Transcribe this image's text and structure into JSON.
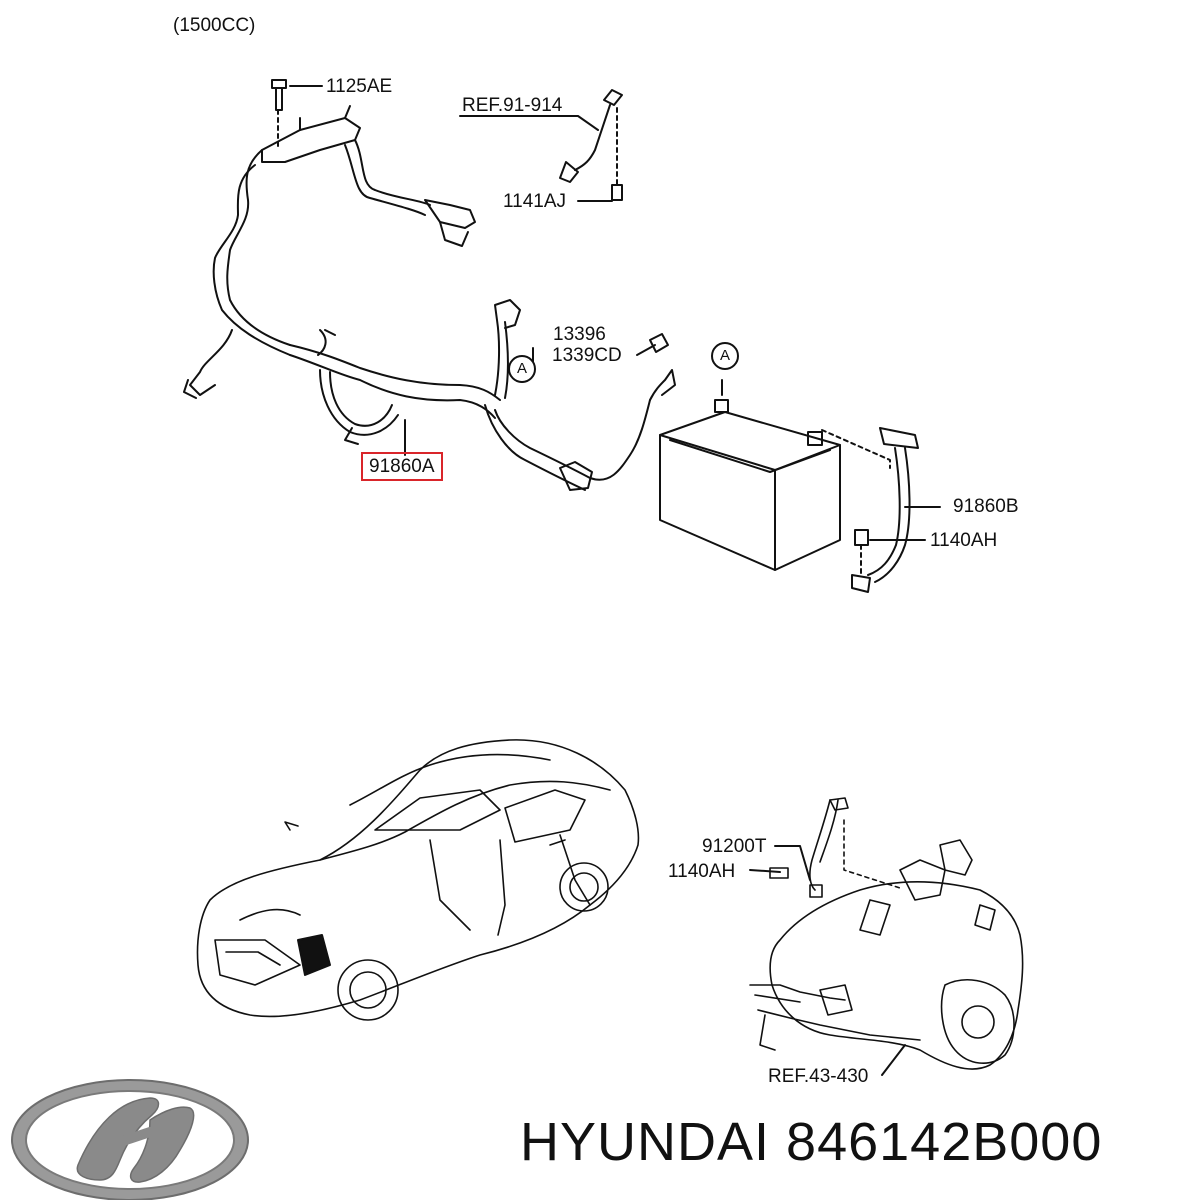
{
  "header": {
    "engine_note": "(1500CC)"
  },
  "part_labels": {
    "bolt_top": "1125AE",
    "ref_91": "REF.91-914",
    "bolt_1141": "1141AJ",
    "nut_13396": "13396",
    "nut_1339cd": "1339CD",
    "harness_a": "91860A",
    "harness_b": "91860B",
    "bolt_battery": "1140AH",
    "ground_cable": "91200T",
    "bolt_trans": "1140AH",
    "ref_43": "REF.43-430"
  },
  "callouts": {
    "marker_a": "A"
  },
  "footer": {
    "brand": "HYUNDAI",
    "part_number": "846142B000"
  },
  "colors": {
    "highlight": "#d9252a",
    "line": "#111111",
    "logo": "#8a8a8a"
  },
  "icons": {
    "logo": "hyundai-logo-icon"
  }
}
